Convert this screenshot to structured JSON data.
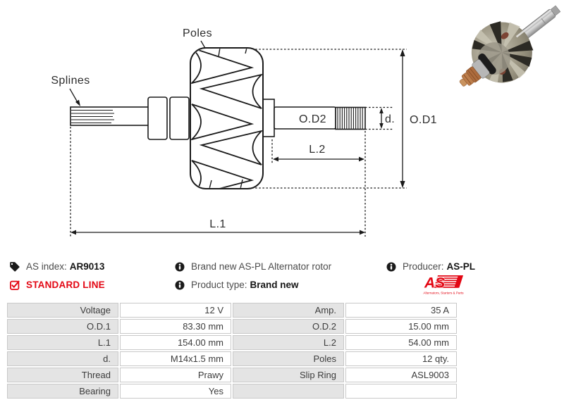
{
  "diagram": {
    "labels": {
      "poles": "Poles",
      "splines": "Splines",
      "od2": "O.D2",
      "d": "d.",
      "od1": "O.D1",
      "l2": "L.2",
      "l1": "L.1"
    }
  },
  "info": {
    "as_index_label": "AS index:",
    "as_index_value": "AR9013",
    "standard_line": "STANDARD LINE",
    "description": "Brand new AS-PL Alternator rotor",
    "product_type_label": "Product type:",
    "product_type_value": "Brand new",
    "producer_label": "Producer:",
    "producer_value": "AS-PL",
    "logo_text": "AS",
    "logo_tagline": "Alternators, Starters & Parts"
  },
  "colors": {
    "brand_red": "#e30613",
    "table_label_bg": "#e4e4e4",
    "table_border": "#c9c9c9"
  },
  "table": {
    "rows": [
      [
        "Voltage",
        "12 V",
        "Amp.",
        "35 A"
      ],
      [
        "O.D.1",
        "83.30 mm",
        "O.D.2",
        "15.00 mm"
      ],
      [
        "L.1",
        "154.00 mm",
        "L.2",
        "54.00 mm"
      ],
      [
        "d.",
        "M14x1.5 mm",
        "Poles",
        "12 qty."
      ],
      [
        "Thread",
        "Prawy",
        "Slip Ring",
        "ASL9003"
      ],
      [
        "Bearing",
        "Yes",
        "",
        ""
      ]
    ]
  }
}
